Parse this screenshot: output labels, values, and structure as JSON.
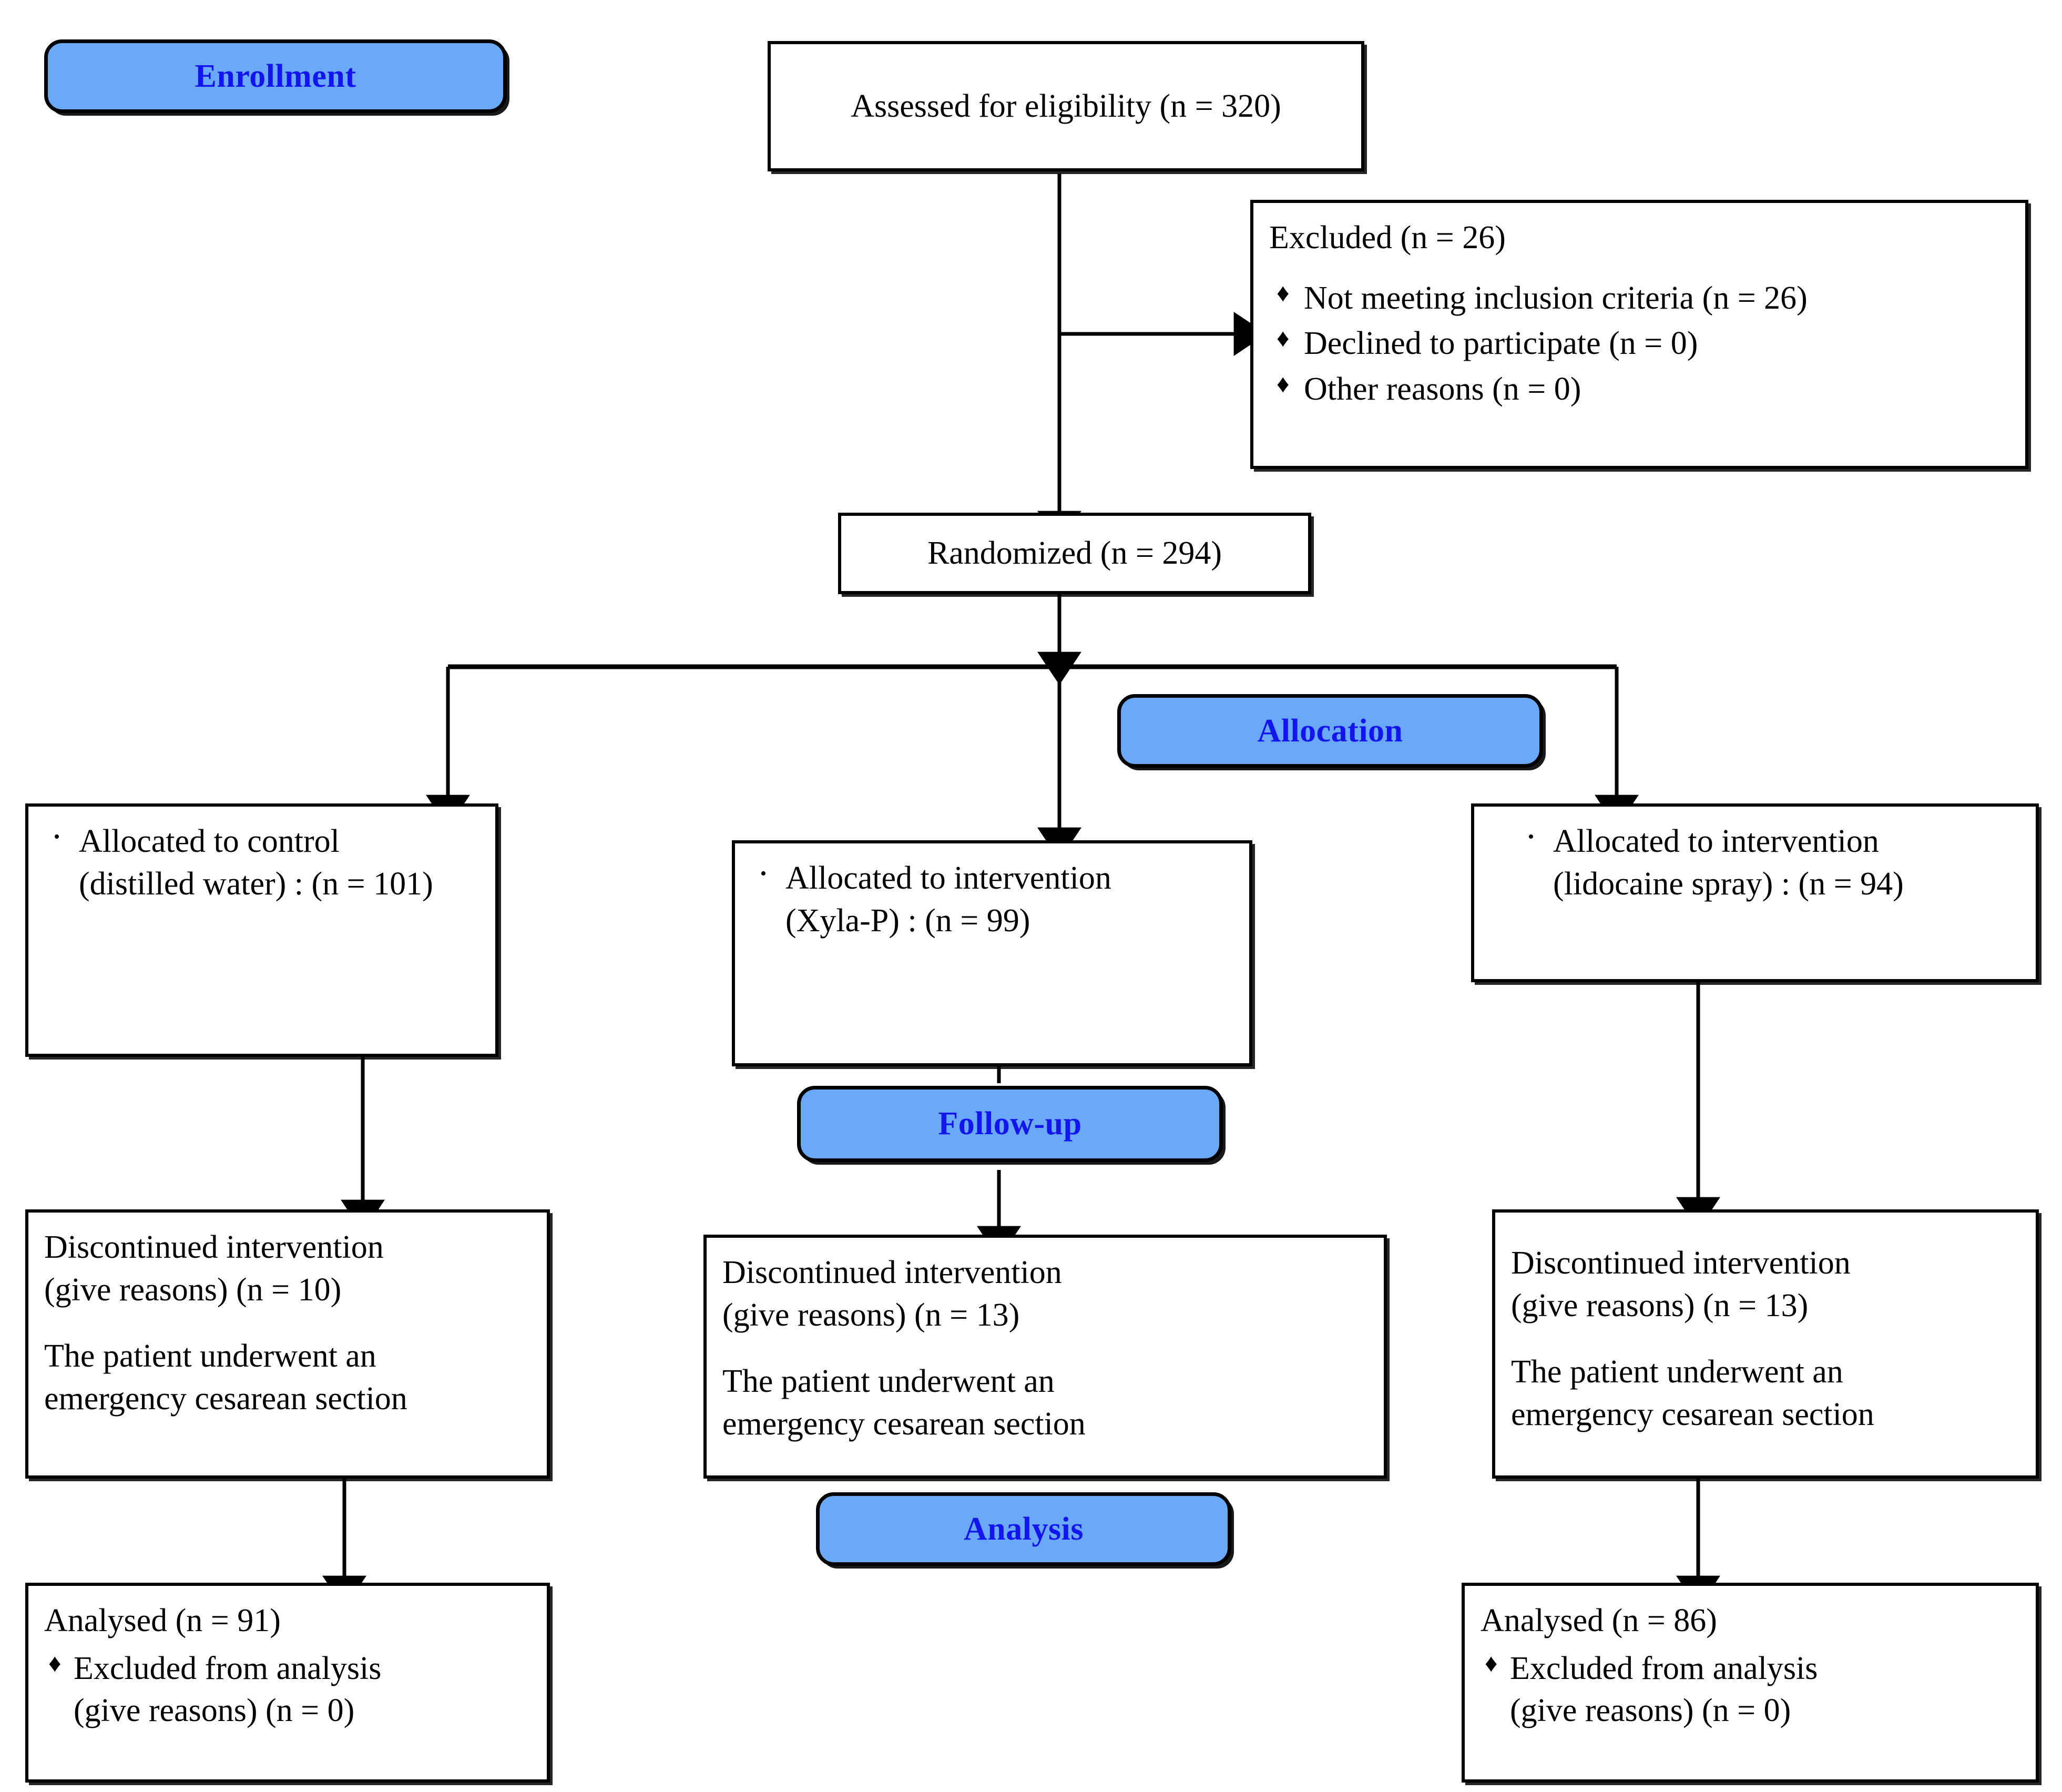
{
  "diagram": {
    "type": "consort-flow-diagram",
    "stage_color": "#6aa9f7",
    "stage_text_color": "#1414ee",
    "box_border_color": "#000000"
  },
  "stages": {
    "enrollment": "Enrollment",
    "allocation": "Allocation",
    "followup": "Follow-up",
    "analysis": "Analysis"
  },
  "enrollment": {
    "assessed": "Assessed for eligibility (n = 320)",
    "excluded_heading": "Excluded (n = 26)",
    "excluded_items": [
      "Not meeting inclusion criteria (n = 26)",
      "Declined to participate (n = 0)",
      "Other reasons (n = 0)"
    ],
    "randomized": "Randomized (n = 294)"
  },
  "allocation": {
    "control": {
      "line1": "Allocated to control",
      "line2": "(distilled water) : (n = 101)"
    },
    "xylap": {
      "line1": "Allocated to intervention",
      "line2": "(Xyla-P) : (n = 99)"
    },
    "lidocaine": {
      "line1": "Allocated to intervention",
      "line2": "(lidocaine spray) : (n = 94)"
    }
  },
  "followup": {
    "control": {
      "line1": "Discontinued intervention",
      "line2": "(give reasons) (n = 10)",
      "line3": "The patient underwent an",
      "line4": "emergency cesarean section"
    },
    "xylap": {
      "line1": "Discontinued intervention",
      "line2": "(give reasons) (n = 13)",
      "line3": "The patient underwent an",
      "line4": "emergency cesarean section"
    },
    "lidocaine": {
      "line1": "Discontinued intervention",
      "line2": "(give reasons) (n = 13)",
      "line3": "The patient underwent an",
      "line4": "emergency cesarean section"
    }
  },
  "analysis": {
    "control": {
      "heading": "Analysed (n = 91)",
      "bullet_line1": "Excluded from analysis",
      "bullet_line2": "(give reasons) (n = 0)"
    },
    "lidocaine": {
      "heading": "Analysed (n = 86)",
      "bullet_line1": "Excluded from analysis",
      "bullet_line2": "(give reasons) (n = 0)"
    }
  },
  "icons": {
    "diamond_bullet": "♦",
    "round_bullet": "•"
  }
}
